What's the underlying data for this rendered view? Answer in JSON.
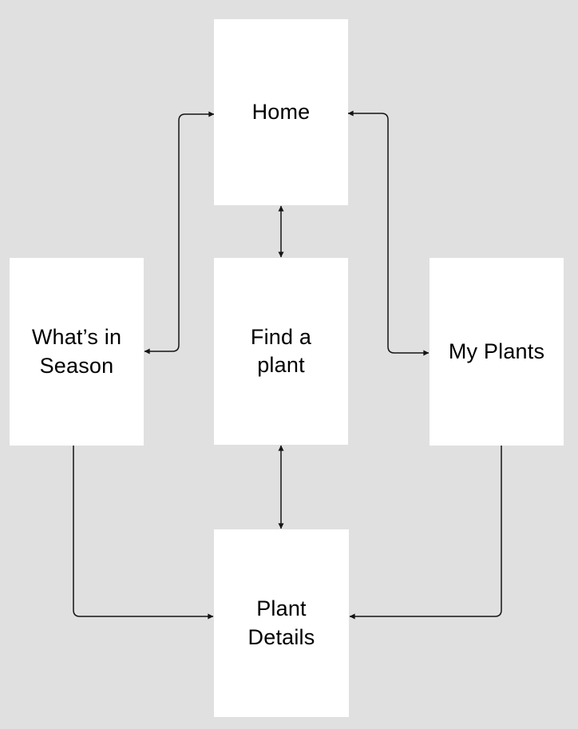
{
  "diagram": {
    "type": "flowchart-sitemap",
    "colors": {
      "background": "#e0e0e0",
      "node_fill": "#ffffff",
      "connector": "#141414",
      "text": "#000000"
    },
    "nodes": {
      "home": {
        "label": "Home"
      },
      "whats_in_season": {
        "label": "What’s in\nSeason"
      },
      "find_a_plant": {
        "label": "Find a\nplant"
      },
      "my_plants": {
        "label": "My Plants"
      },
      "plant_details": {
        "label": "Plant\nDetails"
      }
    },
    "edges": [
      {
        "from": "home",
        "to": "whats_in_season",
        "arrows": "both"
      },
      {
        "from": "home",
        "to": "find_a_plant",
        "arrows": "both"
      },
      {
        "from": "home",
        "to": "my_plants",
        "arrows": "both"
      },
      {
        "from": "find_a_plant",
        "to": "plant_details",
        "arrows": "both"
      },
      {
        "from": "whats_in_season",
        "to": "plant_details",
        "arrows": "end"
      },
      {
        "from": "my_plants",
        "to": "plant_details",
        "arrows": "end"
      }
    ]
  }
}
